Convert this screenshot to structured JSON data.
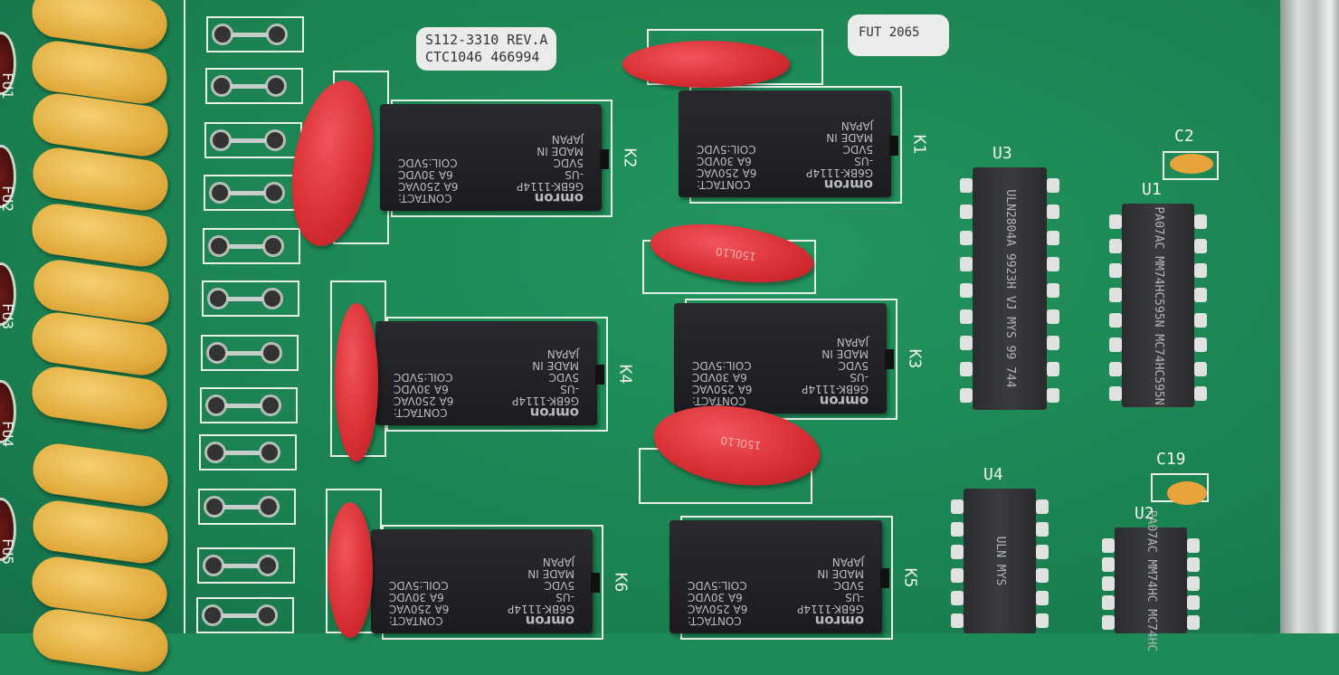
{
  "board_label": {
    "line1": "S112-3310 REV.A",
    "line2": "CTC1046 466994"
  },
  "tag_label": "FUT 2065",
  "fuse_labels": [
    "FU1",
    "FU2",
    "FU3",
    "FU4",
    "FU5"
  ],
  "relays": [
    {
      "ref": "K2",
      "brand": "omron",
      "model": "G6BK-1114P",
      "suffix": "-US",
      "contact": "CONTACT:",
      "rating1": "6A 250VAC",
      "rating2": "6A 30VDC",
      "coil": "COIL:5VDC",
      "v": "5VDC",
      "made": "MADE IN",
      "country": "JAPAN"
    },
    {
      "ref": "K1",
      "brand": "omron",
      "model": "G6BK-1114P",
      "suffix": "-US",
      "contact": "CONTACT:",
      "rating1": "6A 250VAC",
      "rating2": "6A 30VDC",
      "coil": "COIL:5VDC",
      "v": "5VDC",
      "made": "MADE IN",
      "country": "JAPAN"
    },
    {
      "ref": "K4",
      "brand": "omron",
      "model": "G6BK-1114P",
      "suffix": "-US",
      "contact": "CONTACT:",
      "rating1": "6A 250VAC",
      "rating2": "6A 30VDC",
      "coil": "COIL:5VDC",
      "v": "5VDC",
      "made": "MADE IN",
      "country": "JAPAN"
    },
    {
      "ref": "K3",
      "brand": "omron",
      "model": "G6BK-1114P",
      "suffix": "-US",
      "contact": "CONTACT:",
      "rating1": "6A 250VAC",
      "rating2": "6A 30VDC",
      "coil": "COIL:5VDC",
      "v": "5VDC",
      "made": "MADE IN",
      "country": "JAPAN"
    },
    {
      "ref": "K6",
      "brand": "omron",
      "model": "G6BK-1114P",
      "suffix": "-US",
      "contact": "CONTACT:",
      "rating1": "6A 250VAC",
      "rating2": "6A 30VDC",
      "coil": "COIL:5VDC",
      "v": "5VDC",
      "made": "MADE IN",
      "country": "JAPAN"
    },
    {
      "ref": "K5",
      "brand": "omron",
      "model": "G6BK-1114P",
      "suffix": "-US",
      "contact": "CONTACT:",
      "rating1": "6A 250VAC",
      "rating2": "6A 30VDC",
      "coil": "COIL:5VDC",
      "v": "5VDC",
      "made": "MADE IN",
      "country": "JAPAN"
    }
  ],
  "ics": [
    {
      "ref": "U3",
      "text": "ULN2804A 9923H VJ MYS 99 744"
    },
    {
      "ref": "U1",
      "text": "PA07AC MM74HC595N MC74HC595N"
    },
    {
      "ref": "U4",
      "text": "ULN MYS"
    },
    {
      "ref": "U2",
      "text": "PA07AC MM74HC MC74HC"
    }
  ],
  "capacitors": [
    "C2",
    "C19"
  ],
  "red_cap_marking": "150L10"
}
